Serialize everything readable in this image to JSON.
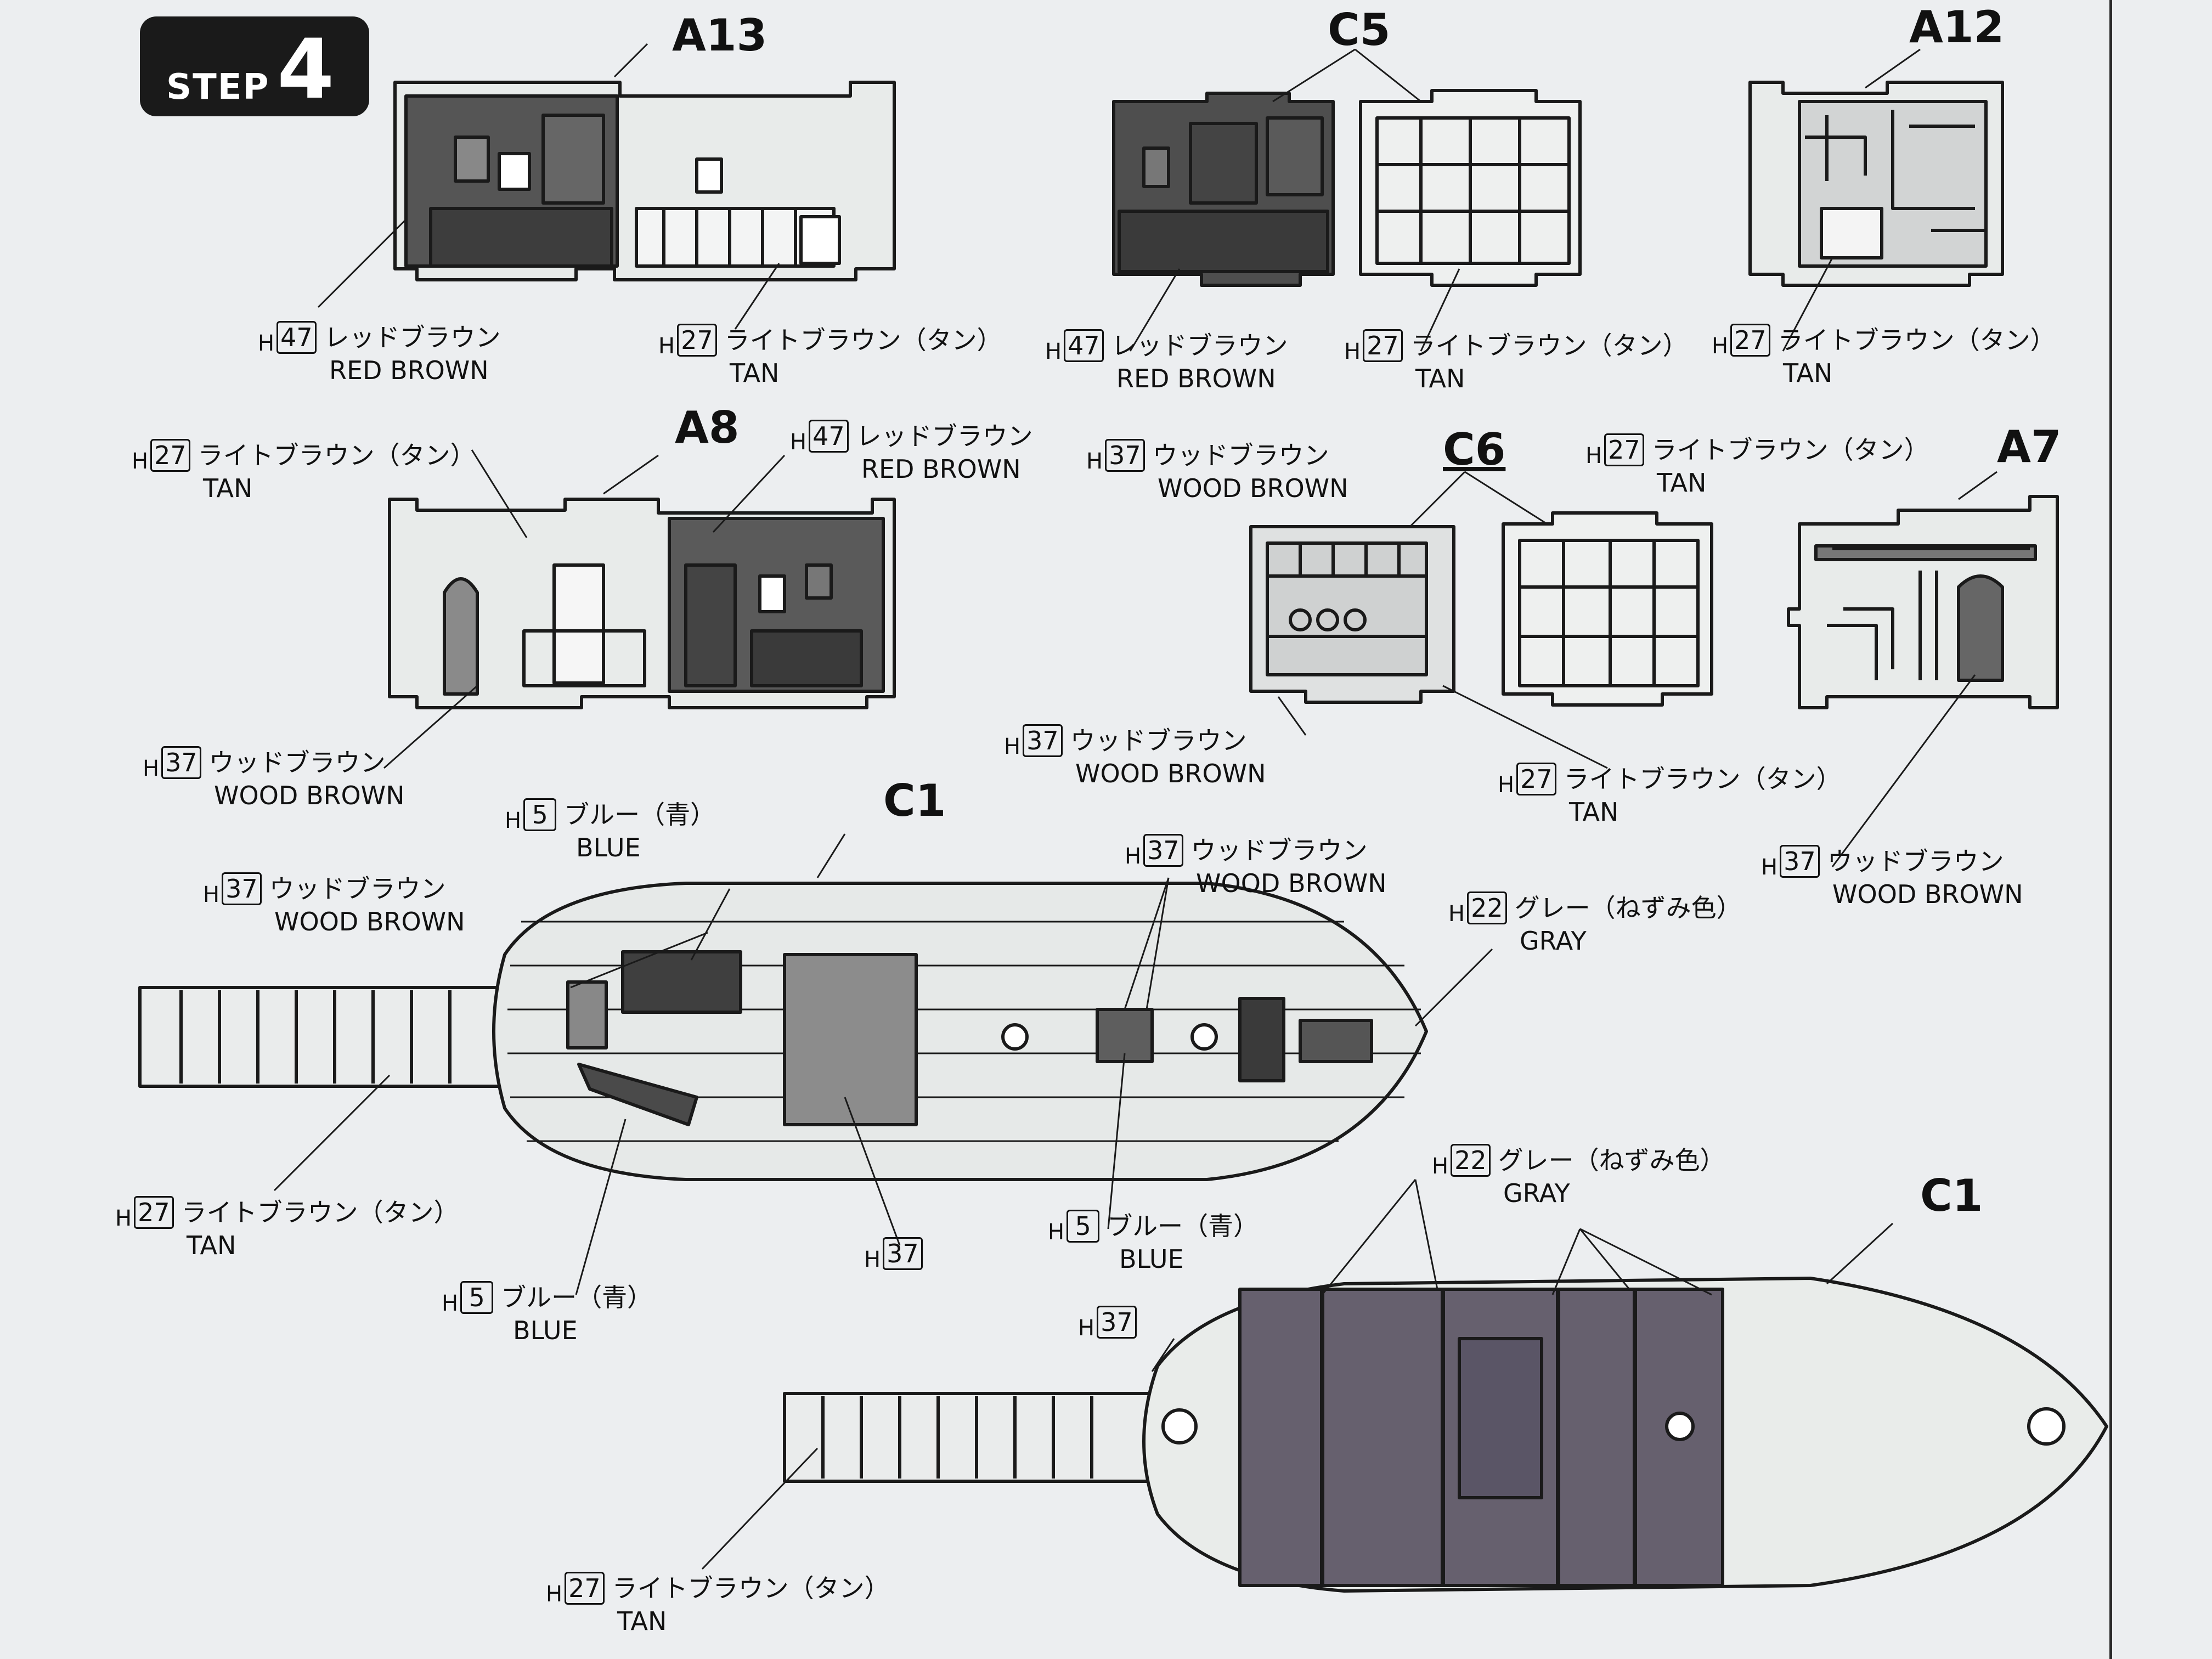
{
  "step": {
    "word": "STEP",
    "number": "4"
  },
  "parts": {
    "a13": "A13",
    "c5": "C5",
    "a12": "A12",
    "a8": "A8",
    "c6": "C6",
    "a7": "A7",
    "c1_top": "C1",
    "c1_bottom": "C1"
  },
  "paint": {
    "h": "H",
    "red_brown": {
      "code": "47",
      "jp": "レッドブラウン",
      "en": "RED BROWN"
    },
    "tan": {
      "code": "27",
      "jp": "ライトブラウン（タン）",
      "en": "TAN"
    },
    "wood_brown": {
      "code": "37",
      "jp": "ウッドブラウン",
      "en": "WOOD BROWN"
    },
    "blue": {
      "code": "5",
      "jp": "ブルー（青）",
      "en": "BLUE"
    },
    "gray": {
      "code": "22",
      "jp": "グレー（ねずみ色）",
      "en": "GRAY"
    }
  },
  "colors": {
    "red_brown": "#4f4f4f",
    "tan": "#e7eae8",
    "wood_brown": "#7a7a7a",
    "gray": "#5d5a66",
    "ink": "#1a1a1a"
  }
}
